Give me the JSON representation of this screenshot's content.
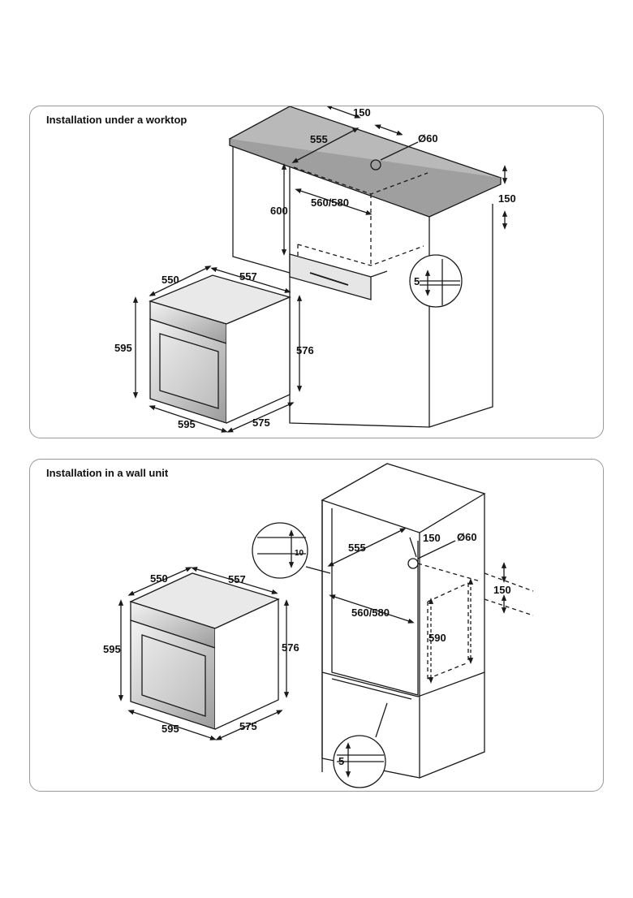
{
  "panels": [
    {
      "title": "Installation under a worktop",
      "labels": {
        "worktop_vent": "150",
        "niche_depth": "555",
        "hole_diameter": "Ø60",
        "rear_gap": "150",
        "niche_height": "600",
        "niche_width": "560/580",
        "gap_bottom": "5",
        "oven_depth_front": "550",
        "oven_width_top": "557",
        "oven_height": "595",
        "oven_body_height": "576",
        "oven_width": "595",
        "oven_body_depth": "575"
      }
    },
    {
      "title": "Installation in a wall unit",
      "labels": {
        "gap_top": "10",
        "niche_depth": "555",
        "top_vent": "150",
        "hole_diameter": "Ø60",
        "rear_gap": "150",
        "niche_width": "560/580",
        "niche_height": "590",
        "gap_bottom": "5",
        "oven_depth_front": "550",
        "oven_width_top": "557",
        "oven_height": "595",
        "oven_body_height": "576",
        "oven_width": "595",
        "oven_body_depth": "575"
      }
    }
  ]
}
